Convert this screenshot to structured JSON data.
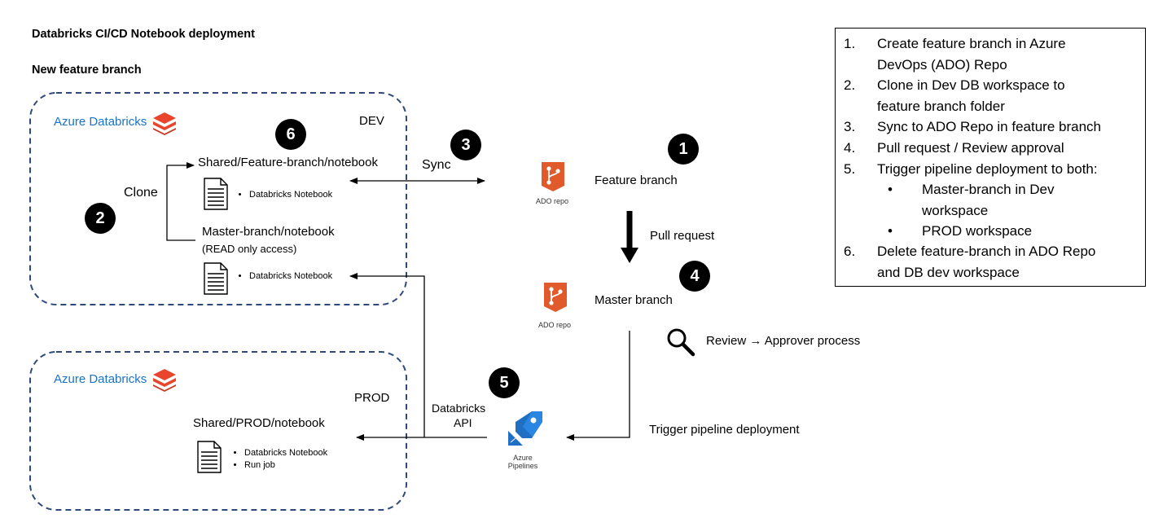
{
  "title": "Databricks CI/CD Notebook deployment",
  "subtitle": "New feature branch",
  "dev": {
    "brand": "Azure Databricks",
    "env_label": "DEV",
    "clone_label": "Clone",
    "feature_path": "Shared/Feature-branch/notebook",
    "feature_note": "Databricks Notebook",
    "master_path": "Master-branch/notebook",
    "master_access": "(READ only access)",
    "master_note": "Databricks Notebook"
  },
  "prod": {
    "brand": "Azure Databricks",
    "env_label": "PROD",
    "path": "Shared/PROD/notebook",
    "notes": [
      "Databricks Notebook",
      "Run job"
    ]
  },
  "flow": {
    "sync_label": "Sync",
    "feature_branch": "Feature branch",
    "ado_repo_label_1": "ADO repo",
    "pull_request": "Pull request",
    "master_branch": "Master branch",
    "ado_repo_label_2": "ADO repo",
    "review_text": "Review → Approver process",
    "trigger_text": "Trigger pipeline deployment",
    "api_line1": "Databricks",
    "api_line2": "API",
    "pipelines_line1": "Azure",
    "pipelines_line2": "Pipelines"
  },
  "badges": [
    "1",
    "2",
    "3",
    "4",
    "5",
    "6"
  ],
  "steps": [
    {
      "num": "1.",
      "lines": [
        "Create feature branch in Azure",
        "DevOps (ADO) Repo"
      ]
    },
    {
      "num": "2.",
      "lines": [
        "Clone in Dev DB workspace to",
        "feature branch folder"
      ]
    },
    {
      "num": "3.",
      "lines": [
        "Sync to ADO Repo in feature branch"
      ]
    },
    {
      "num": "4.",
      "lines": [
        "Pull request / Review approval"
      ]
    },
    {
      "num": "5.",
      "lines": [
        "Trigger pipeline deployment to both:"
      ]
    },
    {
      "num": "6.",
      "lines": [
        "Delete feature-branch in ADO Repo",
        "and DB dev workspace"
      ]
    }
  ],
  "substeps": [
    {
      "lines": [
        "Master-branch in Dev",
        "workspace"
      ]
    },
    {
      "lines": [
        "PROD workspace"
      ]
    }
  ],
  "colors": {
    "dash_border": "#2f4a7a",
    "databricks_red": "#e8452c",
    "ado_orange": "#e05a2b",
    "pipelines_blue": "#1f6fc5",
    "azure_text": "#1a73c8"
  }
}
